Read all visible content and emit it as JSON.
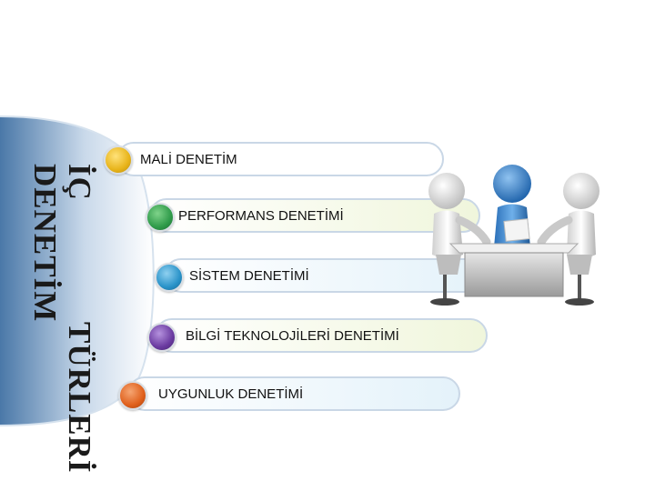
{
  "title": {
    "line1": "İÇ DENETİM",
    "line2": "TÜRLERİ"
  },
  "items": [
    {
      "label": "MALİ DENETİM",
      "dot_color": "#e8b41a",
      "fill": "#ffffff"
    },
    {
      "label": "PERFORMANS DENETİMİ",
      "dot_color": "#2f9b4a",
      "fill": "#f0f6dc"
    },
    {
      "label": "SİSTEM DENETİMİ",
      "dot_color": "#2a93c9",
      "fill": "#e4f2fa"
    },
    {
      "label": "BİLGİ TEKNOLOJİLERİ DENETİMİ",
      "dot_color": "#6a3aa0",
      "fill": "#f0f6dc"
    },
    {
      "label": "UYGUNLUK DENETİMİ",
      "dot_color": "#e0601c",
      "fill": "#e4f2fa"
    }
  ],
  "icons": [
    "meeting-people-icon"
  ]
}
